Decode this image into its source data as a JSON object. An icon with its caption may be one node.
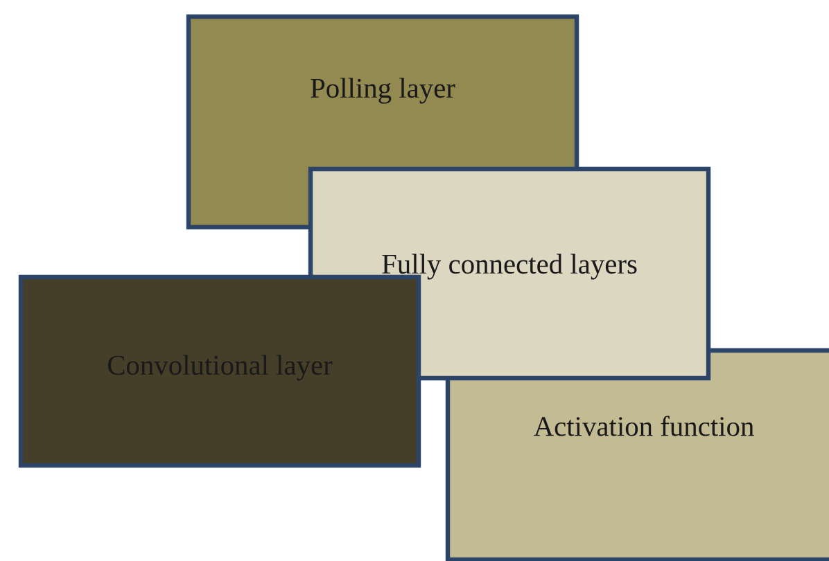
{
  "diagram": {
    "nodes": [
      {
        "text": [
          "Polling layer"
        ]
      },
      {
        "text": [
          "Fully connected layers"
        ]
      },
      {
        "text": [
          "Convolutional layer"
        ]
      },
      {
        "text": [
          "Activation function"
        ]
      }
    ]
  }
}
